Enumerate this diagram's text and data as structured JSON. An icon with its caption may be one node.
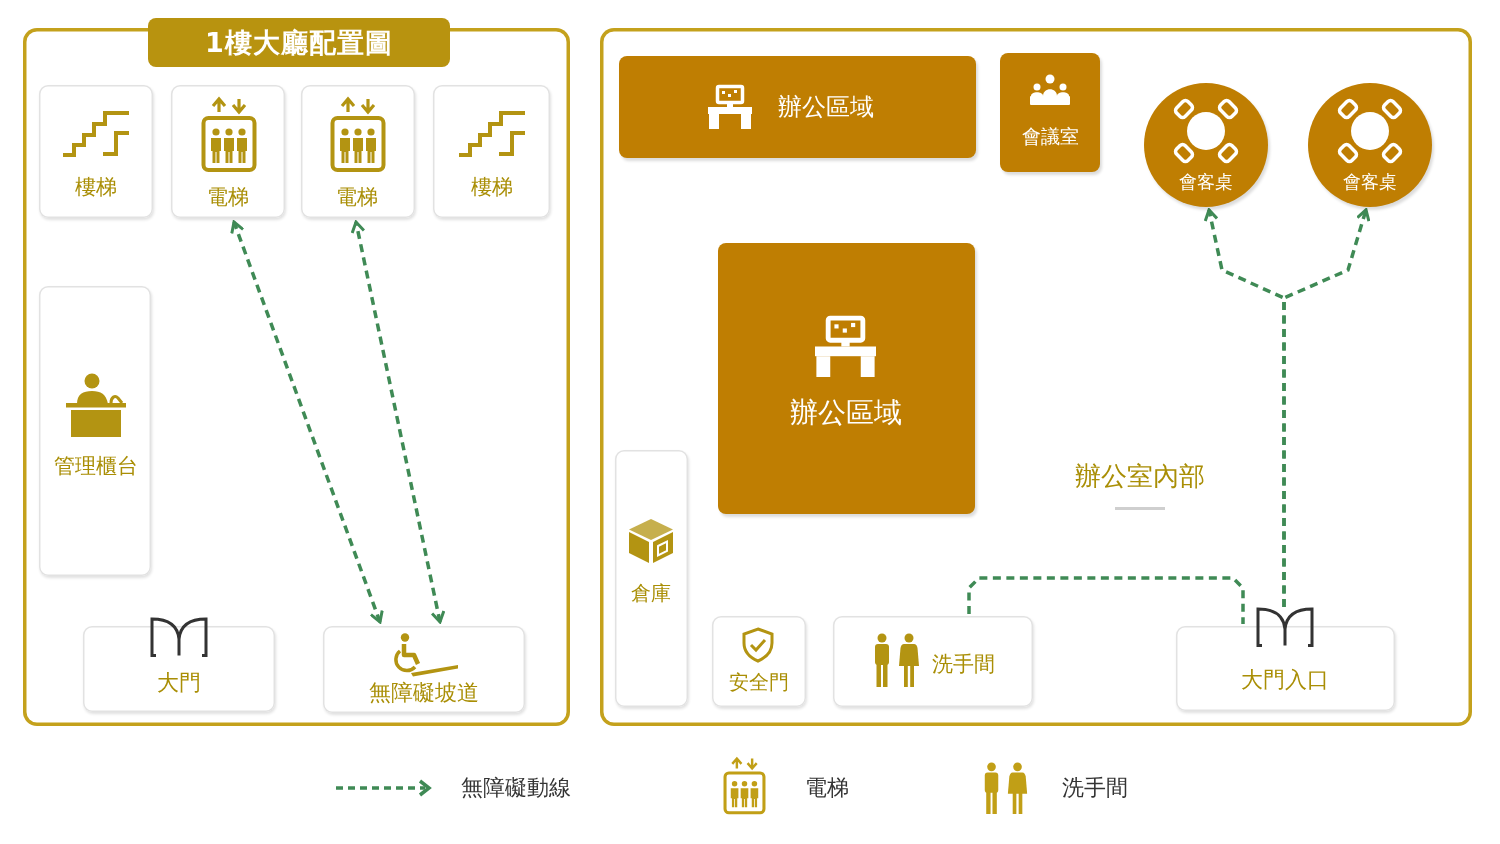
{
  "diagram": {
    "nodes": [
      {
        "text": [
          "1樓大廳配置圖"
        ]
      },
      {
        "text": [
          "樓梯"
        ],
        "in": 0
      },
      {
        "text": [
          "電梯"
        ],
        "in": 0
      },
      {
        "text": [
          "電梯"
        ],
        "in": 0
      },
      {
        "text": [
          "樓梯"
        ],
        "in": 0
      },
      {
        "text": [
          "管理櫃台"
        ],
        "in": 0
      },
      {
        "text": [
          "大門"
        ],
        "in": 0
      },
      {
        "text": [
          "無障礙坡道"
        ],
        "in": 0
      },
      {
        "text": [
          "辦公室內部"
        ]
      },
      {
        "text": [
          "辦公區域"
        ],
        "in": 8
      },
      {
        "text": [
          "會議室"
        ],
        "in": 8
      },
      {
        "text": [
          "會客桌"
        ],
        "in": 8
      },
      {
        "text": [
          "會客桌"
        ],
        "in": 8
      },
      {
        "text": [
          "辦公區域"
        ],
        "in": 8
      },
      {
        "text": [
          "倉庫"
        ],
        "in": 8
      },
      {
        "text": [
          "安全門"
        ],
        "in": 8
      },
      {
        "text": [
          "洗手間"
        ],
        "in": 8
      },
      {
        "text": [
          "大門入口"
        ],
        "in": 8
      }
    ],
    "edges": [
      {
        "from": 7,
        "to": 2,
        "arrow": "both",
        "style": "dashed"
      },
      {
        "from": 7,
        "to": 3,
        "arrow": "both",
        "style": "dashed"
      },
      {
        "from": 17,
        "to": 11,
        "arrow": "to",
        "style": "dashed"
      },
      {
        "from": 17,
        "to": 12,
        "arrow": "to",
        "style": "dashed"
      },
      {
        "from": 16,
        "to": 17,
        "arrow": "none",
        "style": "dashed"
      }
    ],
    "legend": [
      {
        "text": "無障礙動線"
      },
      {
        "text": "電梯"
      },
      {
        "text": "洗手間"
      }
    ]
  }
}
